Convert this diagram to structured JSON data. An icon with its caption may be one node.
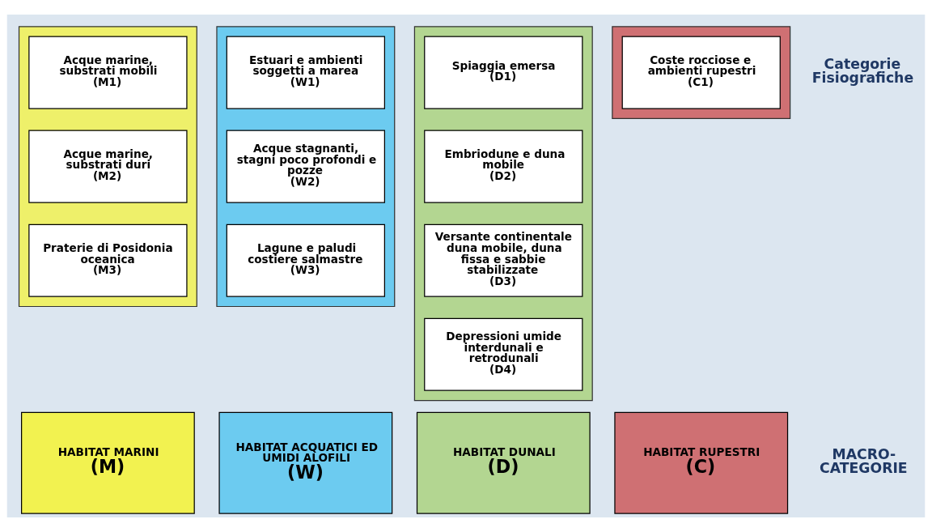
{
  "diagram": {
    "nodes": [
      {
        "text": [],
        "shape": "box"
      },
      {
        "text": [
          "Acque marine, substrati mobili",
          "(M1)"
        ],
        "in": 0
      },
      {
        "text": [
          "Acque marine, substrati duri",
          "(M2)"
        ],
        "in": 0
      },
      {
        "text": [
          "Praterie di Posidonia oceanica",
          "(M3)"
        ],
        "in": 0
      },
      {
        "text": [],
        "shape": "box"
      },
      {
        "text": [
          "Estuari e ambienti soggetti a marea",
          "(W1)"
        ],
        "in": 4
      },
      {
        "text": [
          "Acque stagnanti, stagni poco profondi e pozze",
          "(W2)"
        ],
        "in": 4
      },
      {
        "text": [
          "Lagune e paludi costiere salmastre",
          "(W3)"
        ],
        "in": 4
      },
      {
        "text": [],
        "shape": "box"
      },
      {
        "text": [
          "Spiaggia emersa",
          "(D1)"
        ],
        "in": 8
      },
      {
        "text": [
          "Embriodune e duna mobile",
          "(D2)"
        ],
        "in": 8
      },
      {
        "text": [
          "Versante continentale duna mobile, duna fissa e sabbie stabilizzate",
          "(D3)"
        ],
        "in": 8
      },
      {
        "text": [
          "Depressioni umide interdunali e retrodunali",
          "(D4)"
        ],
        "in": 8
      },
      {
        "text": [],
        "shape": "box"
      },
      {
        "text": [
          "Coste rocciose e ambienti rupestri",
          "(C1)"
        ],
        "in": 13
      },
      {
        "text": [
          "HABITAT MARINI",
          "(M)"
        ]
      },
      {
        "text": [
          "HABITAT ACQUATICI ED UMIDI ALOFILI",
          "(W)"
        ]
      },
      {
        "text": [
          "HABITAT DUNALI",
          "(D)"
        ]
      },
      {
        "text": [
          "HABITAT RUPESTRI",
          "(C)"
        ]
      }
    ],
    "labels": [
      "Categorie Fisiografiche",
      "MACRO- CATEGORIE"
    ]
  }
}
